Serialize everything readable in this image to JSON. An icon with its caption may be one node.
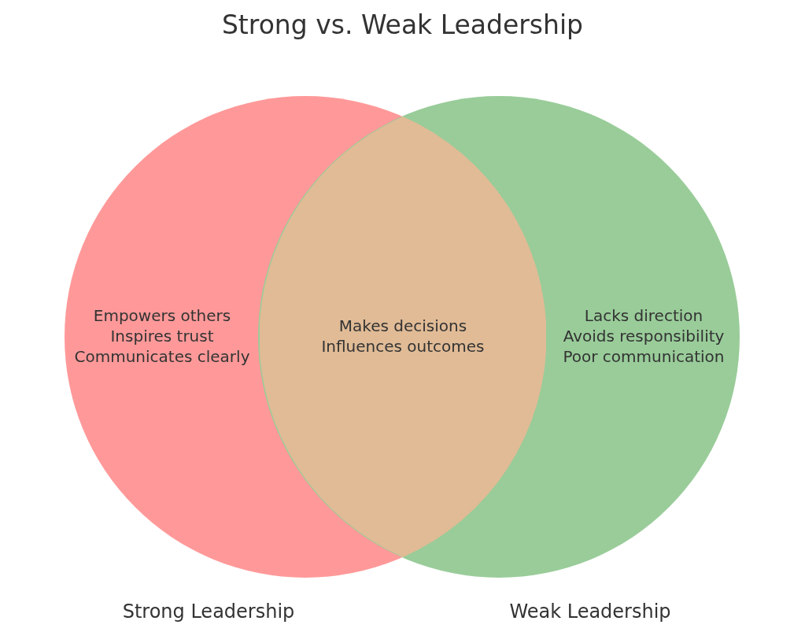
{
  "diagram": {
    "title": "Strong vs. Weak Leadership",
    "nodes": [
      {
        "text": [
          "Empowers others",
          "Inspires trust",
          "Communicates clearly"
        ],
        "beside": [
          "Strong Leadership"
        ]
      },
      {
        "text": [
          "Lacks direction",
          "Avoids responsibility",
          "Poor communication"
        ],
        "beside": [
          "Weak Leadership"
        ]
      },
      {
        "text": [
          "Makes decisions",
          "Influences outcomes"
        ]
      }
    ],
    "edges": []
  }
}
